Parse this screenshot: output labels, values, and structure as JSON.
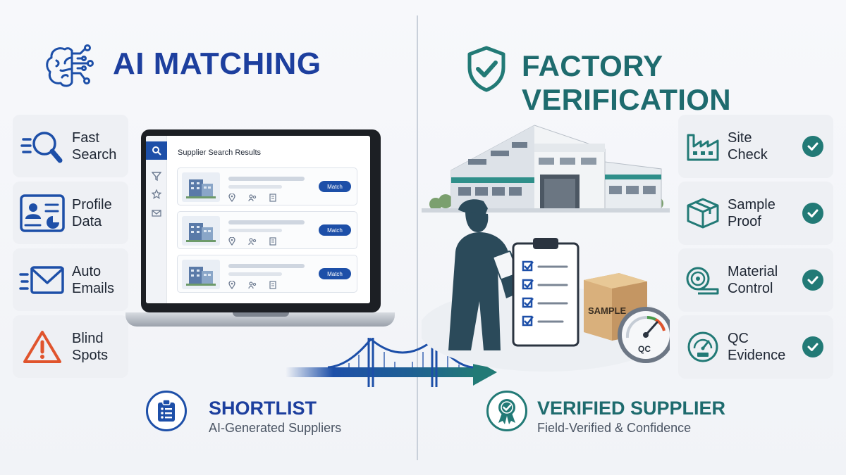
{
  "left": {
    "title": "AI MATCHING",
    "features": [
      {
        "label": "Fast\nSearch",
        "icon": "magnifier-icon"
      },
      {
        "label": "Profile\nData",
        "icon": "profile-card-icon"
      },
      {
        "label": "Auto\nEmails",
        "icon": "envelope-icon"
      },
      {
        "label": "Blind\nSpots",
        "icon": "warning-icon"
      }
    ],
    "laptop": {
      "results_title": "Supplier Search Results",
      "match_label": "Match"
    },
    "badge": {
      "title": "SHORTLIST",
      "subtitle": "AI-Generated Suppliers",
      "icon": "clipboard-list-icon"
    }
  },
  "right": {
    "title": "FACTORY VERIFICATION",
    "features": [
      {
        "label": "Site\nCheck",
        "icon": "factory-icon"
      },
      {
        "label": "Sample\nProof",
        "icon": "box-icon"
      },
      {
        "label": "Material\nControl",
        "icon": "fabric-roll-icon"
      },
      {
        "label": "QC\nEvidence",
        "icon": "qc-gauge-icon"
      }
    ],
    "illustration": {
      "box_label": "SAMPLE",
      "gauge_label": "QC"
    },
    "badge": {
      "title": "VERIFIED SUPPLIER",
      "subtitle": "Field-Verified & Confidence",
      "icon": "award-ribbon-icon"
    }
  },
  "colors": {
    "blue": "#1d4fa8",
    "teal": "#227a76",
    "warning": "#e0542d"
  }
}
